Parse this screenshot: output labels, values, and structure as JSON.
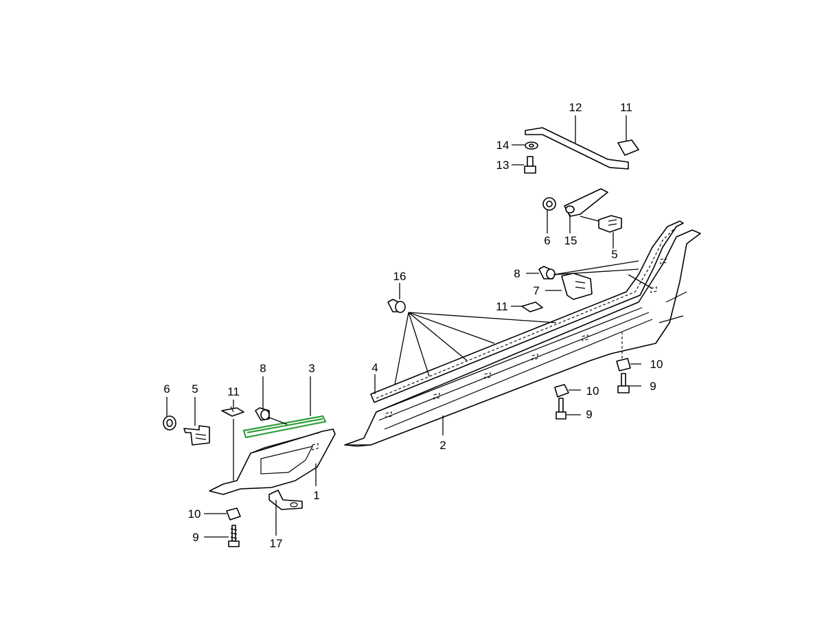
{
  "diagram": {
    "highlight_color": "#2e9e3a",
    "callouts": {
      "c1": "1",
      "c2": "2",
      "c3": "3",
      "c4": "4",
      "c5a": "5",
      "c5b": "5",
      "c6a": "6",
      "c6b": "6",
      "c7": "7",
      "c8a": "8",
      "c8b": "8",
      "c9a": "9",
      "c9b": "9",
      "c9c": "9",
      "c10a": "10",
      "c10b": "10",
      "c10c": "10",
      "c11a": "11",
      "c11b": "11",
      "c11c": "11",
      "c12": "12",
      "c13": "13",
      "c14": "14",
      "c15": "15",
      "c16": "16",
      "c17": "17"
    }
  }
}
